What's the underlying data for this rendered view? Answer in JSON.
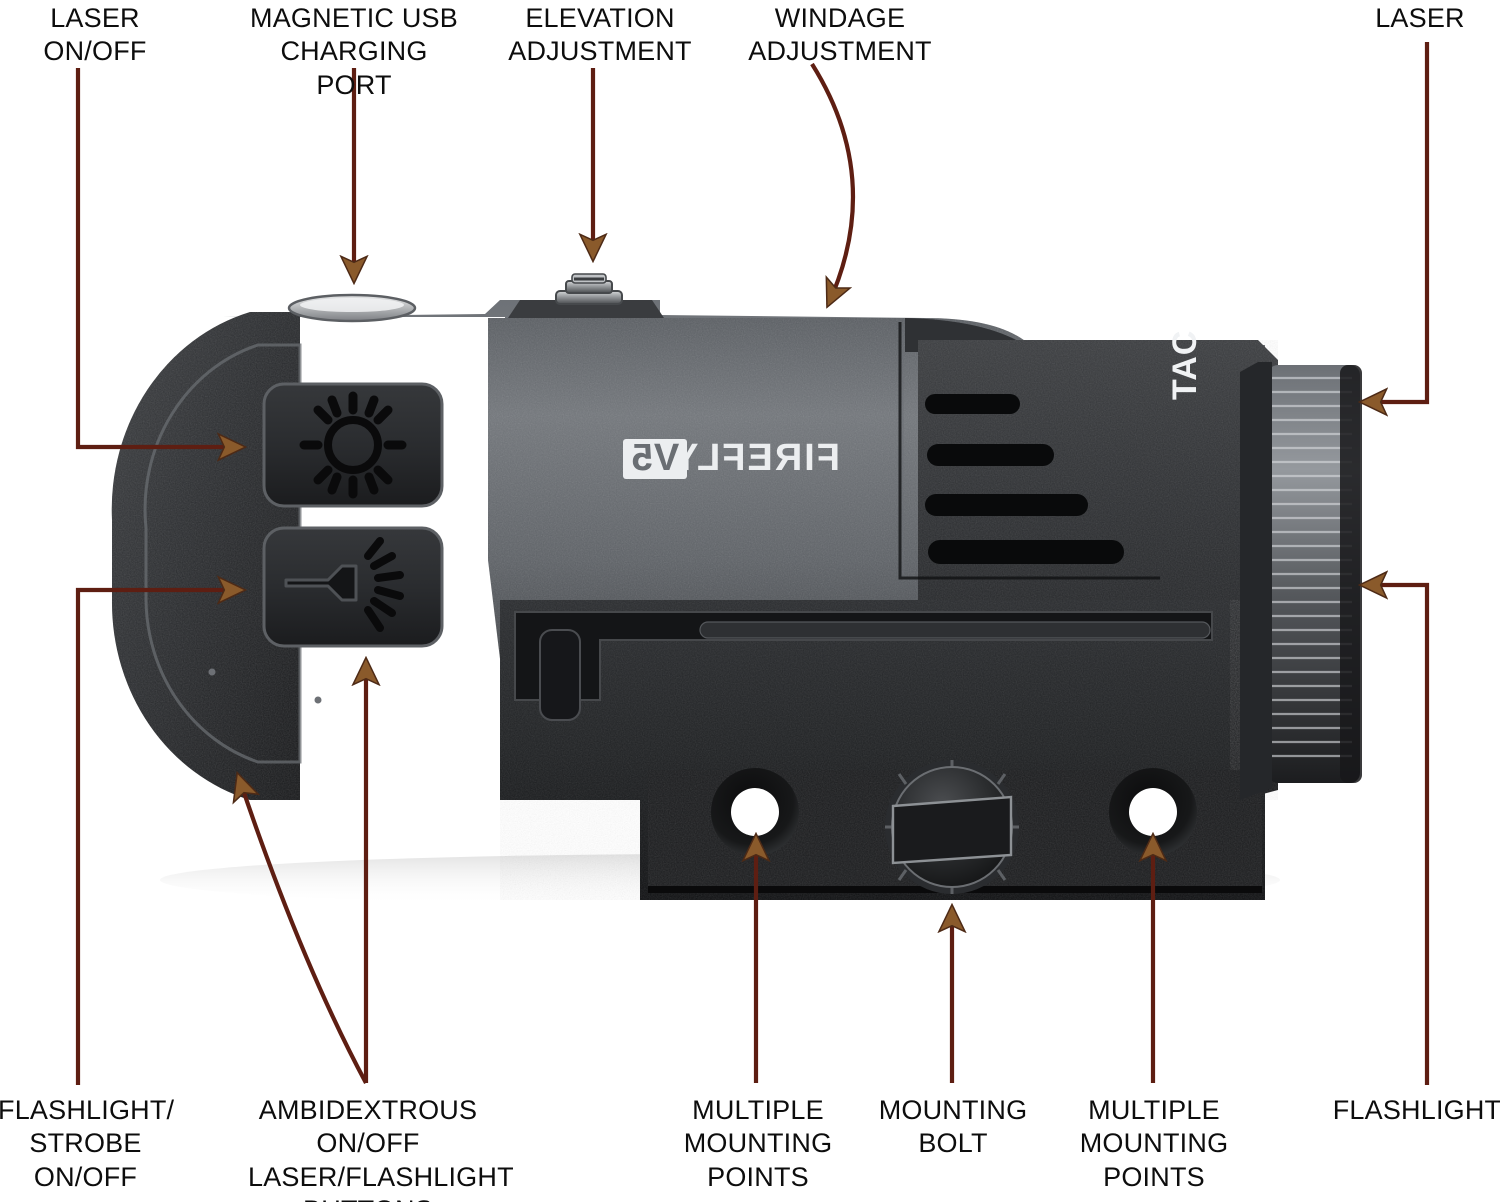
{
  "diagram": {
    "product_name": "FIREFLY V5",
    "product_side_text": "TAC",
    "background_color": "#ffffff",
    "leader_line_color": "#5e1e12",
    "arrow_fill_color": "#8a5a2b",
    "label_text_color": "#0d0d0d"
  },
  "callouts": {
    "laser_on_off": "LASER\nON/OFF",
    "magnetic_usb": "MAGNETIC USB\nCHARGING PORT",
    "elevation": "ELEVATION\nADJUSTMENT",
    "windage": "WINDAGE\nADJUSTMENT",
    "laser_right": "LASER",
    "flashlight_strobe": "FLASHLIGHT/\nSTROBE\nON/OFF",
    "ambidextrous": "AMBIDEXTROUS\nON/OFF\nLASER/FLASHLIGHT\nBUTTONS",
    "mounting_points_left": "MULTIPLE\nMOUNTING\nPOINTS",
    "mounting_bolt": "MOUNTING\nBOLT",
    "mounting_points_right": "MULTIPLE\nMOUNTING\nPOINTS",
    "flashlight_right": "FLASHLIGHT"
  },
  "device": {
    "buttons": [
      {
        "name": "laser-button",
        "icon": "sun-burst-icon"
      },
      {
        "name": "flashlight-button",
        "icon": "flashlight-beam-icon"
      }
    ],
    "vent_slot_count": 4,
    "mounting_hole_count": 2,
    "bolt": "slotted-knurled-bolt",
    "bezel": "knurled-bezel"
  }
}
